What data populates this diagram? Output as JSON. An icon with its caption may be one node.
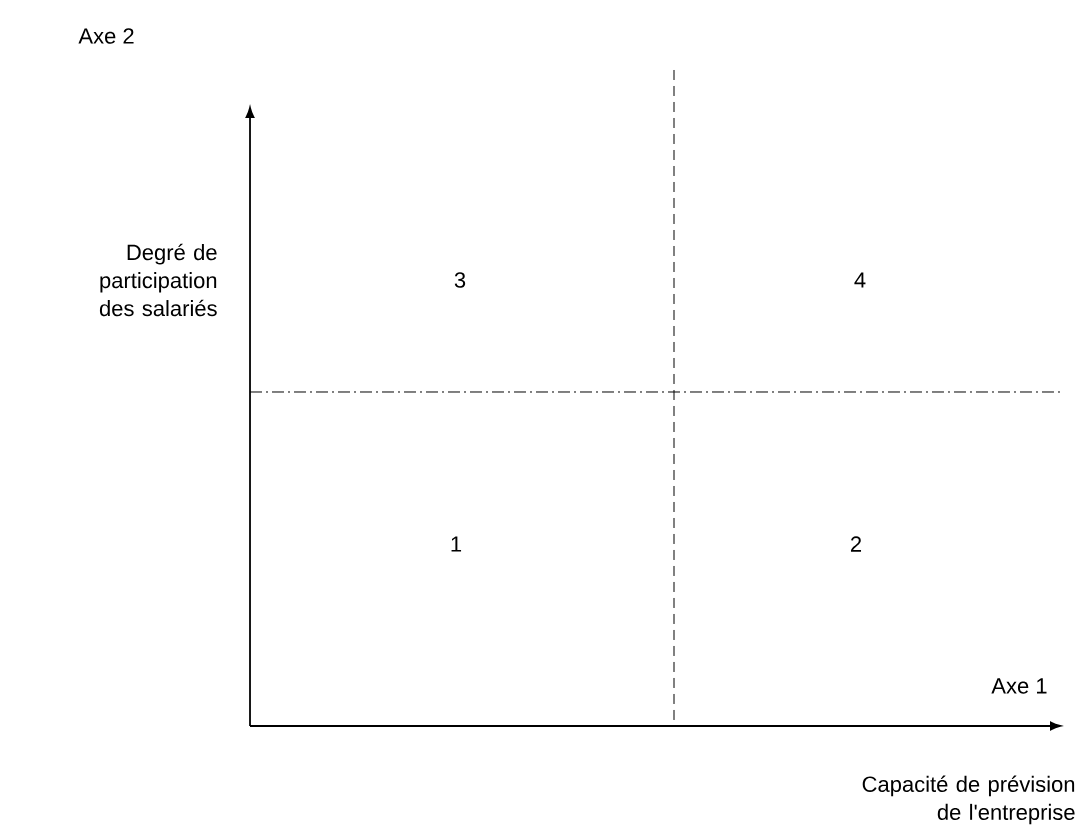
{
  "diagram": {
    "labels": [
      "Axe 2",
      "Degré de participation des salariés",
      "3",
      "4",
      "1",
      "2",
      "Axe 1",
      "Capacité de prévision de l'entreprise"
    ]
  }
}
